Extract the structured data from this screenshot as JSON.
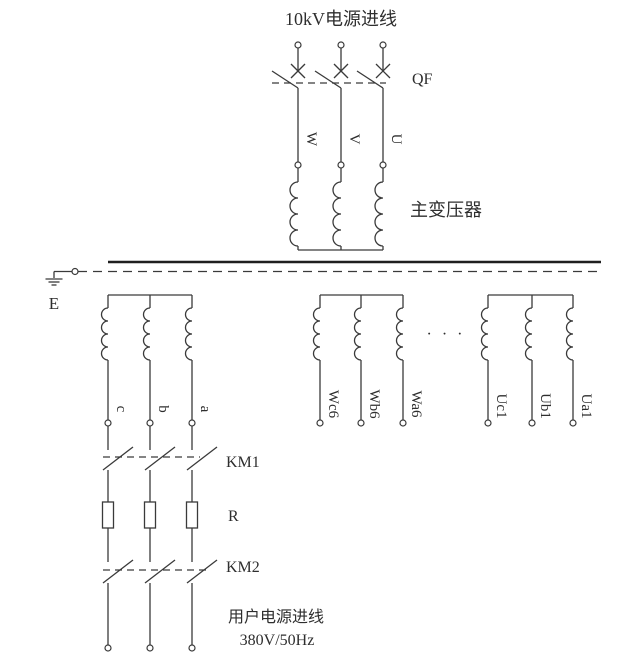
{
  "diagram": {
    "title": "10kV电源进线",
    "breaker_label": "QF",
    "phase_labels": [
      "W",
      "V",
      "U"
    ],
    "transformer_label": "主变压器",
    "ground_label": "E",
    "left_group_labels": [
      "c",
      "b",
      "a"
    ],
    "middle_group_labels": [
      "Wc6",
      "Wb6",
      "Wa6"
    ],
    "right_group_labels": [
      "Uc1",
      "Ub1",
      "Ua1"
    ],
    "ellipsis": "· · ·",
    "contactor1_label": "KM1",
    "resistor_label": "R",
    "contactor2_label": "KM2",
    "outgoing_line1": "用户电源进线",
    "outgoing_line2": "380V/50Hz",
    "line_color": "#3a3a3a",
    "background": "#ffffff"
  }
}
